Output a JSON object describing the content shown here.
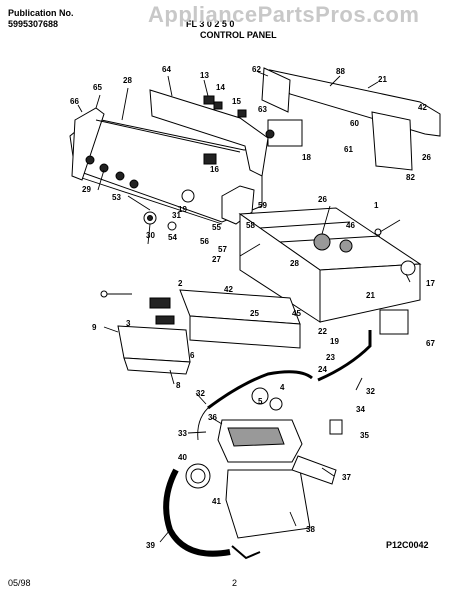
{
  "header": {
    "publication_label": "Publication No.",
    "publication_number": "5995307688",
    "model_partial": "FL 3 0 2 5 0",
    "section_title": "CONTROL PANEL"
  },
  "watermark": "AppliancePartsPros.com",
  "footer": {
    "date": "05/98",
    "page": "2",
    "figure_code": "P12C0042"
  },
  "callouts": [
    "65",
    "28",
    "64",
    "13",
    "14",
    "15",
    "62",
    "88",
    "21",
    "42",
    "66",
    "63",
    "60",
    "61",
    "26",
    "18",
    "82",
    "16",
    "29",
    "19",
    "53",
    "31",
    "30",
    "54",
    "55",
    "59",
    "56",
    "58",
    "57",
    "26",
    "1",
    "46",
    "27",
    "2",
    "42",
    "25",
    "45",
    "28",
    "21",
    "17",
    "9",
    "3",
    "8",
    "6",
    "22",
    "19",
    "23",
    "24",
    "67",
    "32",
    "5",
    "4",
    "32",
    "36",
    "34",
    "33",
    "35",
    "40",
    "37",
    "41",
    "38",
    "39"
  ]
}
